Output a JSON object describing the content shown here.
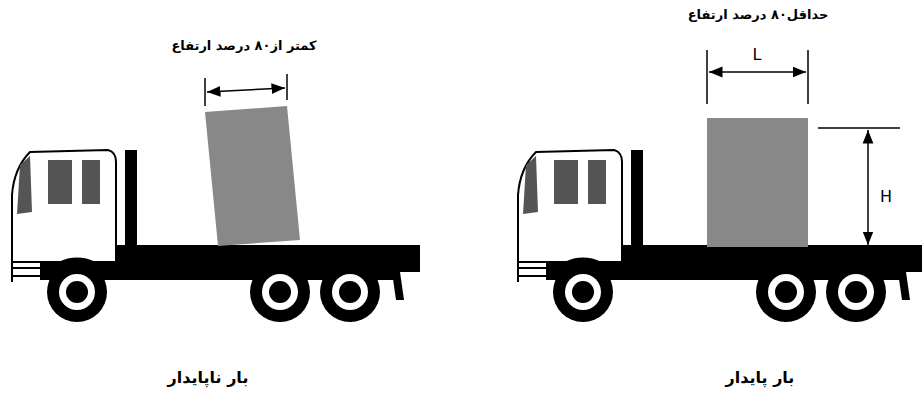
{
  "diagram": {
    "labels": [
      "کمتر از۸۰ درصد ارتفاع",
      "حداقل۸۰ درصد ارتفاع",
      "L",
      "H",
      "بار ناپایدار",
      "بار پایدار"
    ]
  }
}
